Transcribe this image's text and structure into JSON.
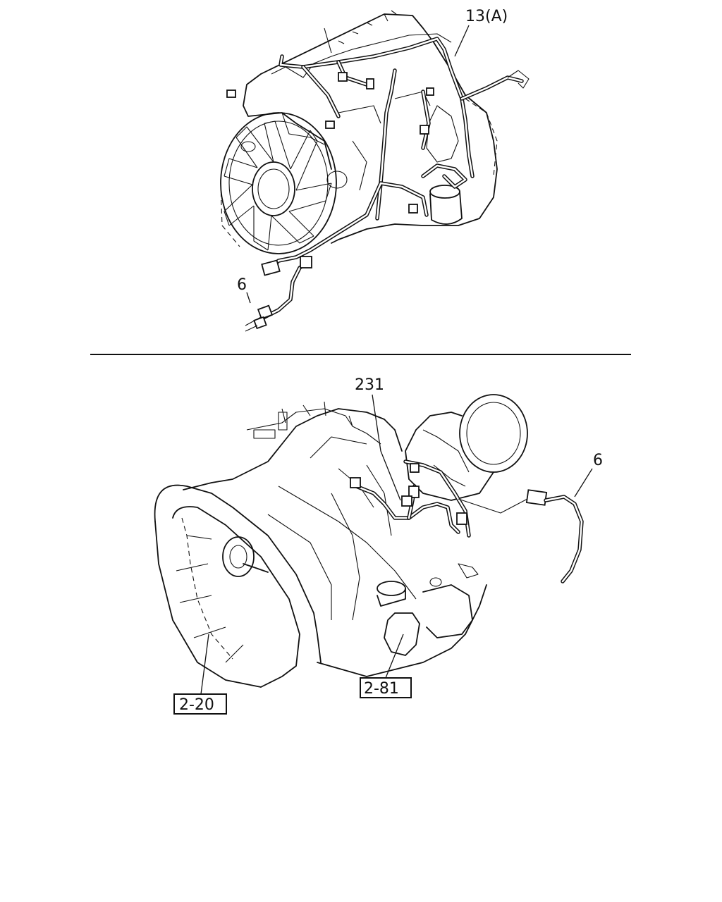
{
  "diagram": {
    "top_view": {
      "callouts": [
        {
          "id": "engine-harness",
          "text": "13(A)"
        },
        {
          "id": "connector-left",
          "text": "6"
        }
      ]
    },
    "bottom_view": {
      "callouts": [
        {
          "id": "transmission-harness",
          "text": "231"
        },
        {
          "id": "connector-right",
          "text": "6"
        }
      ],
      "references": [
        {
          "id": "clutch-housing-ref",
          "text": "2-20"
        },
        {
          "id": "shift-unit-ref",
          "text": "2-81"
        }
      ]
    }
  }
}
